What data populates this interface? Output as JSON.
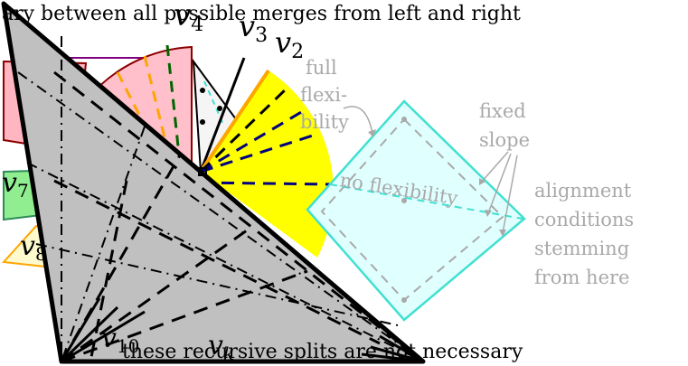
{
  "labels": {
    "top_caption": "ary between all possible merges from left and right",
    "bottom_caption": "these recursive splits are not necessary",
    "v4": "v",
    "v4_sub": "4",
    "v3": "v",
    "v3_sub": "3",
    "v2": "v",
    "v2_sub": "2",
    "v7": "v",
    "v7_sub": "7",
    "v8": "v",
    "v8_sub": "8",
    "v10": "v",
    "v10_sub": "10",
    "vk": "v",
    "vk_sub": "k",
    "full_1": "full",
    "full_2": "flexi-",
    "full_3": "bility",
    "no_flexibility": "no flexibility",
    "fixed_1": "fixed",
    "fixed_2": "slope",
    "align_1": "alignment",
    "align_2": "conditions",
    "align_3": "stemming",
    "align_4": "from here"
  },
  "colors": {
    "triangle_fill": "#c0c0c0",
    "pink": "#ffc0cb",
    "yellow": "#ffff00",
    "cyan_fill": "#e0ffff",
    "cyan_stroke": "#40e0d0",
    "red_fill": "#ffb6c1",
    "dark_red": "#8b0000",
    "green": "#90ee90",
    "orange": "#ffa500",
    "purple": "#800080",
    "navy": "#000080",
    "dark_green": "#006400",
    "gray_label": "#a9a9a9"
  }
}
